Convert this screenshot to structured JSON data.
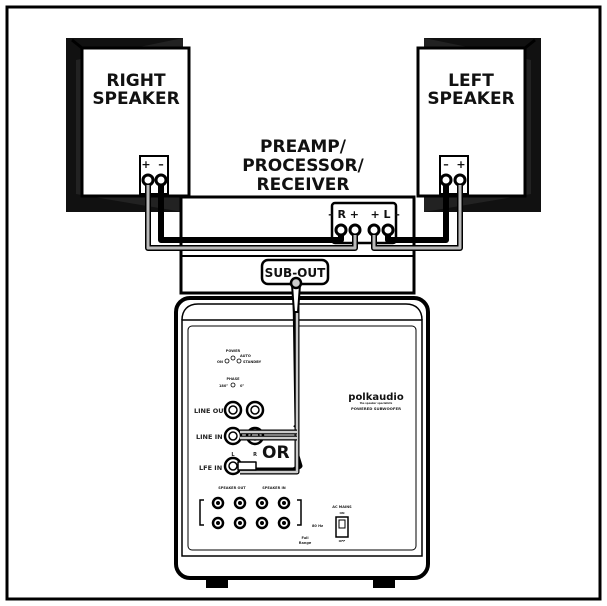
{
  "right_speaker": {
    "line1": "RIGHT",
    "line2": "SPEAKER",
    "plus": "+",
    "minus": "–"
  },
  "left_speaker": {
    "line1": "LEFT",
    "line2": "SPEAKER",
    "plus": "+",
    "minus": "–"
  },
  "receiver": {
    "line1": "PREAMP/",
    "line2": "PROCESSOR/",
    "line3": "RECEIVER",
    "terminals": "– R +   + L –",
    "sub_out": "SUB-OUT"
  },
  "subwoofer": {
    "power": "POWER",
    "power_auto": "AUTO",
    "power_on": "ON",
    "power_standby": "STANDBY",
    "phase": "PHASE",
    "phase_180": "180°",
    "phase_0": "0°",
    "line_out": "LINE OUT",
    "line_in": "LINE IN",
    "lfe_in": "LFE IN",
    "ch_l": "L",
    "ch_r": "R",
    "or": "OR",
    "brand": "polkaudio",
    "brand_tag": "the speaker specialists",
    "model": "POWERED SUBWOOFER",
    "speaker_out": "SPEAKER OUT",
    "speaker_in": "SPEAKER IN",
    "freq": "80 Hz",
    "range_1": "Full",
    "range_2": "Range",
    "ac_mains": "AC MAINS",
    "ac_on": "ON",
    "ac_off": "OFF"
  }
}
